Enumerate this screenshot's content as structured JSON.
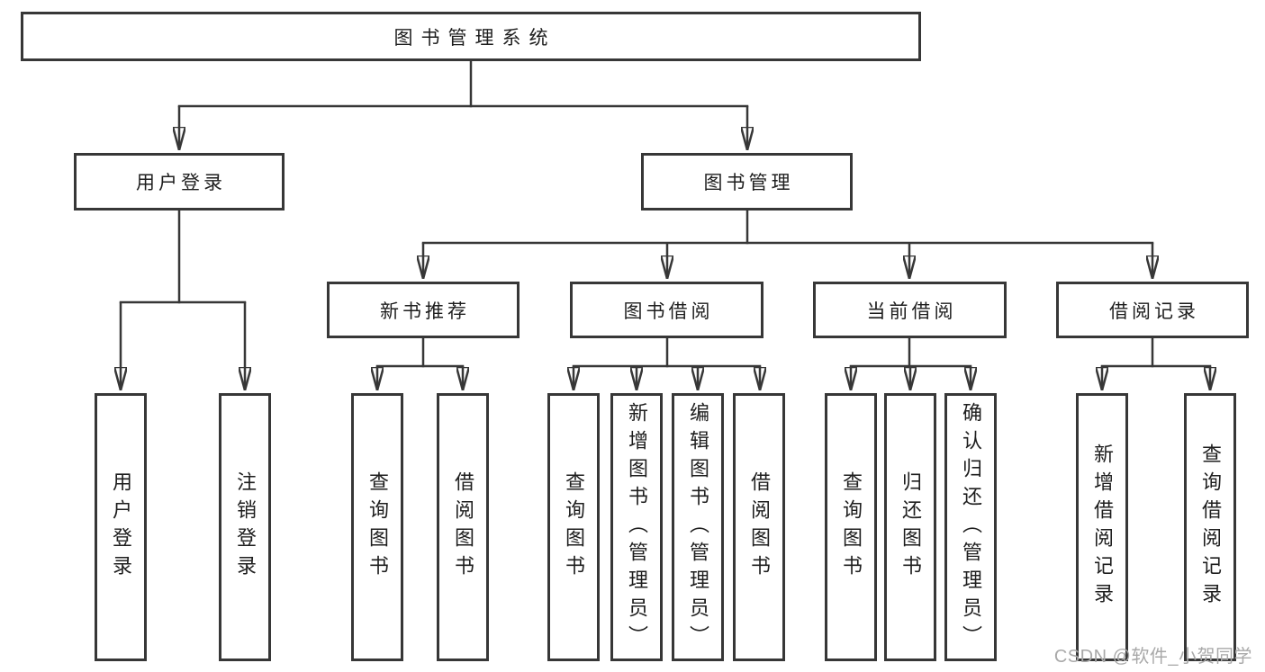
{
  "tree": {
    "label": "图书管理系统",
    "children": [
      {
        "label": "用户登录",
        "children": [
          {
            "label": "用户登录"
          },
          {
            "label": "注销登录"
          }
        ]
      },
      {
        "label": "图书管理",
        "children": [
          {
            "label": "新书推荐",
            "children": [
              {
                "label": "查询图书"
              },
              {
                "label": "借阅图书"
              }
            ]
          },
          {
            "label": "图书借阅",
            "children": [
              {
                "label": "查询图书"
              },
              {
                "label": "新增图书（管理员）"
              },
              {
                "label": "编辑图书（管理员）"
              },
              {
                "label": "借阅图书"
              }
            ]
          },
          {
            "label": "当前借阅",
            "children": [
              {
                "label": "查询图书"
              },
              {
                "label": "归还图书"
              },
              {
                "label": "确认归还（管理员）"
              }
            ]
          },
          {
            "label": "借阅记录",
            "children": [
              {
                "label": "新增借阅记录"
              },
              {
                "label": "查询借阅记录"
              }
            ]
          }
        ]
      }
    ]
  },
  "watermark": {
    "text": "CSDN @软件_小贺同学"
  },
  "colors": {
    "line": "#373737",
    "text": "#1e1e1e",
    "watermark": "#a9a9a9",
    "background": "#ffffff"
  }
}
